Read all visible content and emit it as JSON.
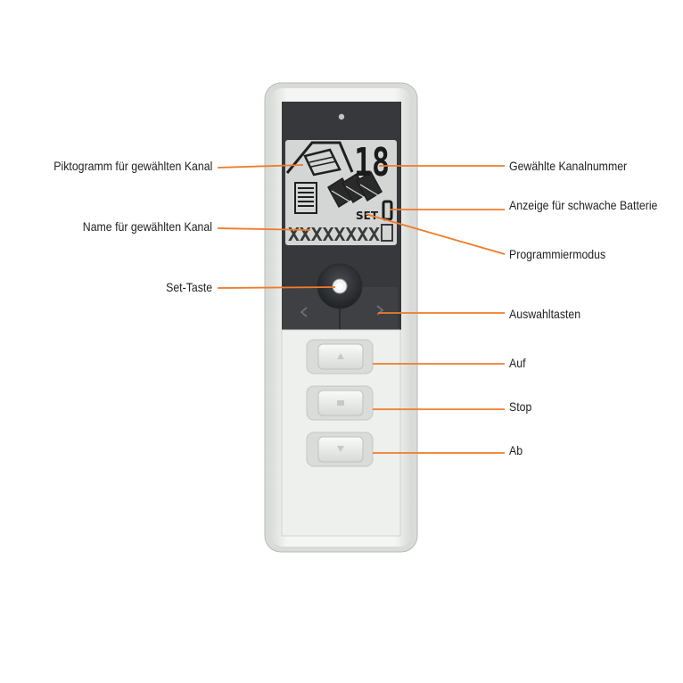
{
  "display": {
    "channel_number": "18",
    "set_indicator": "SET",
    "channel_name": "XXXXXXXX"
  },
  "labels": {
    "left": [
      {
        "text": "Piktogramm für gewählten Kanal"
      },
      {
        "text": "Name für gewählten Kanal"
      },
      {
        "text": "Set-Taste"
      }
    ],
    "right": [
      {
        "text": "Gewählte Kanalnummer"
      },
      {
        "text": "Anzeige für schwache Batterie"
      },
      {
        "text": "Programmiermodus"
      },
      {
        "text": "Auswahltasten"
      },
      {
        "text": "Auf"
      },
      {
        "text": "Stop"
      },
      {
        "text": "Ab"
      }
    ]
  },
  "colors": {
    "leader_line": "#f07b2a",
    "display_bg": "#d4d6d6",
    "bezel": "#3b3d40",
    "body": "#eef0ee"
  }
}
